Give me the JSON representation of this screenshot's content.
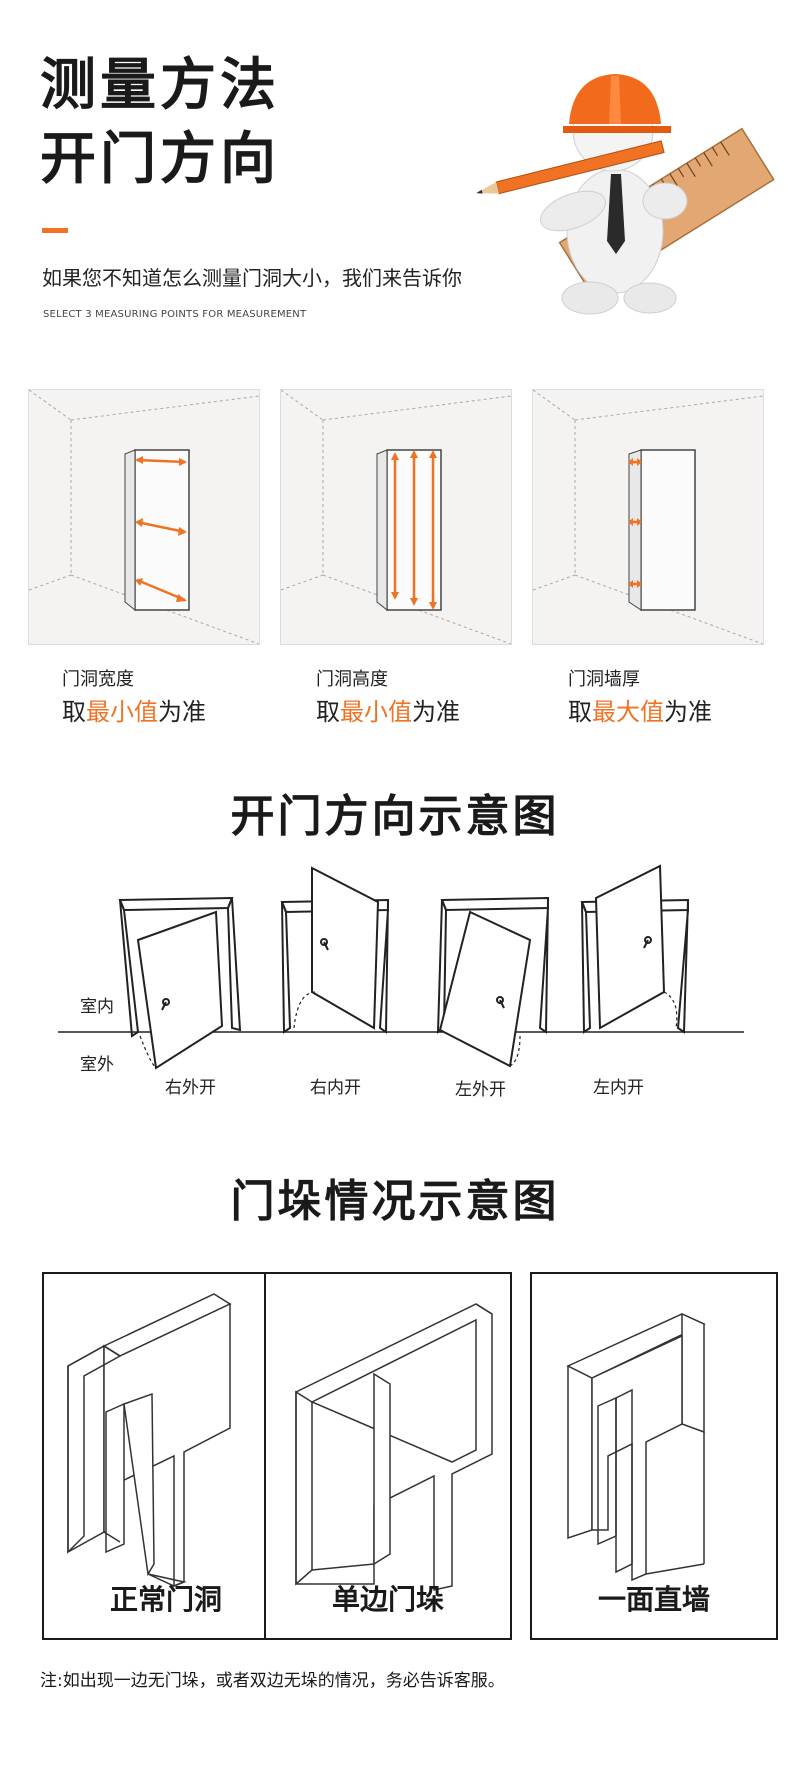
{
  "header": {
    "title_line1": "测量方法",
    "title_line2": "开门方向",
    "subtitle": "如果您不知道怎么测量门洞大小，我们来告诉你",
    "subtitle_en": "SELECT 3 MEASURING POINTS FOR MEASUREMENT"
  },
  "colors": {
    "accent": "#f07324",
    "text": "#1a1a1a",
    "panel_bg": "#f4f3f1"
  },
  "measure": [
    {
      "label": "门洞宽度",
      "rule_pre": "取",
      "rule_hl": "最小值",
      "rule_post": "为准"
    },
    {
      "label": "门洞高度",
      "rule_pre": "取",
      "rule_hl": "最小值",
      "rule_post": "为准"
    },
    {
      "label": "门洞墙厚",
      "rule_pre": "取",
      "rule_hl": "最大值",
      "rule_post": "为准"
    }
  ],
  "door_direction": {
    "title": "开门方向示意图",
    "indoor": "室内",
    "outdoor": "室外",
    "labels": [
      "右外开",
      "右内开",
      "左外开",
      "左内开"
    ]
  },
  "jamb": {
    "title": "门垛情况示意图",
    "captions": [
      "正常门洞",
      "单边门垛",
      "一面直墙"
    ]
  },
  "note": "注:如出现一边无门垛，或者双边无垛的情况，务必告诉客服。"
}
